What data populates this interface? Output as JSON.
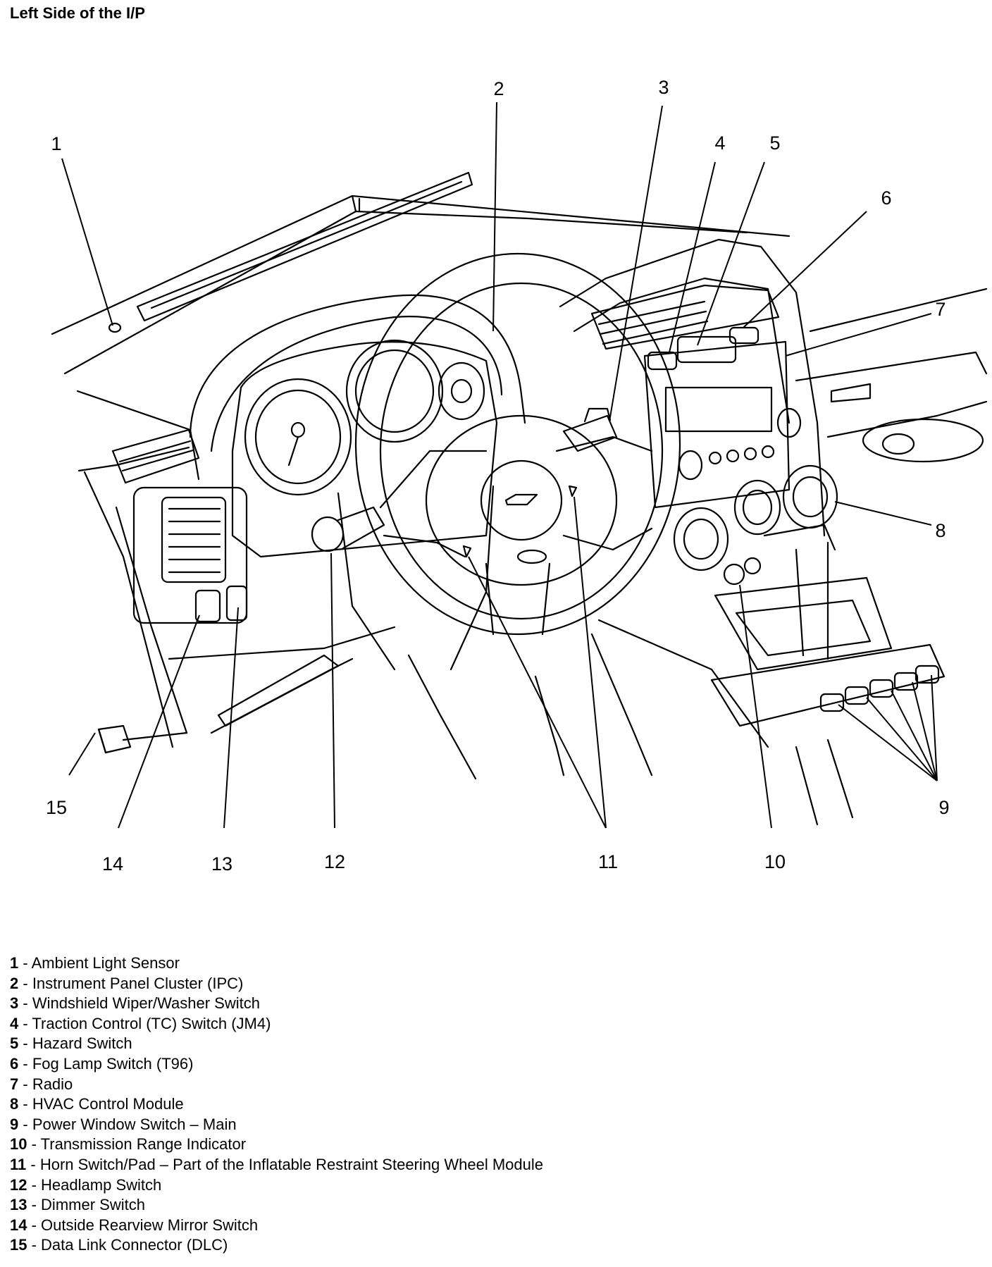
{
  "title": "Left Side of the I/P",
  "callouts": [
    "1",
    "2",
    "3",
    "4",
    "5",
    "6",
    "7",
    "8",
    "9",
    "10",
    "11",
    "12",
    "13",
    "14",
    "15"
  ],
  "legend": [
    {
      "number": "1",
      "label": "Ambient Light Sensor"
    },
    {
      "number": "2",
      "label": "Instrument Panel Cluster (IPC)"
    },
    {
      "number": "3",
      "label": "Windshield Wiper/Washer Switch"
    },
    {
      "number": "4",
      "label": "Traction Control (TC) Switch (JM4)"
    },
    {
      "number": "5",
      "label": "Hazard Switch"
    },
    {
      "number": "6",
      "label": "Fog Lamp Switch (T96)"
    },
    {
      "number": "7",
      "label": "Radio"
    },
    {
      "number": "8",
      "label": "HVAC Control Module"
    },
    {
      "number": "9",
      "label": "Power Window Switch – Main"
    },
    {
      "number": "10",
      "label": "Transmission Range Indicator"
    },
    {
      "number": "11",
      "label": "Horn Switch/Pad – Part of the Inflatable Restraint Steering Wheel Module"
    },
    {
      "number": "12",
      "label": "Headlamp Switch"
    },
    {
      "number": "13",
      "label": "Dimmer Switch"
    },
    {
      "number": "14",
      "label": "Outside Rearview Mirror Switch"
    },
    {
      "number": "15",
      "label": "Data Link Connector (DLC)"
    }
  ]
}
